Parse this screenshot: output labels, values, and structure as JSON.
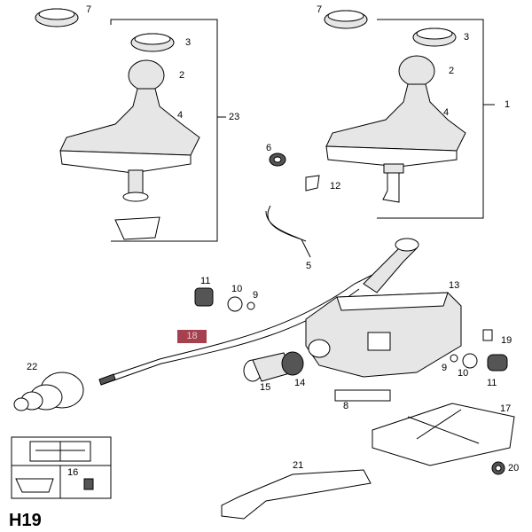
{
  "diagram_code": "H19",
  "highlighted_part": "18",
  "highlight_color": "#a5404f",
  "callouts": {
    "c7a": "7",
    "c3a": "3",
    "c2a": "2",
    "c4a": "4",
    "c23": "23",
    "c7b": "7",
    "c3b": "3",
    "c2b": "2",
    "c4b": "4",
    "c1": "1",
    "c6": "6",
    "c12": "12",
    "c5": "5",
    "c13": "13",
    "c11a": "11",
    "c10a": "10",
    "c9a": "9",
    "c19": "19",
    "c22": "22",
    "c9b": "9",
    "c10b": "10",
    "c11b": "11",
    "c15": "15",
    "c14": "14",
    "c8": "8",
    "c17": "17",
    "c20": "20",
    "c21": "21",
    "c16": "16"
  }
}
